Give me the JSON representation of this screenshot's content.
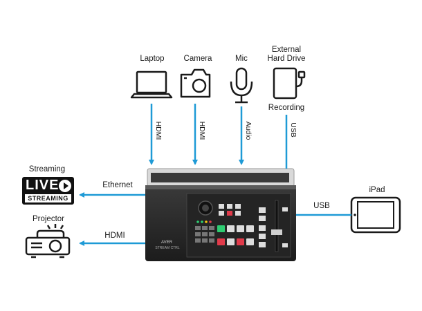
{
  "devices": {
    "laptop": "Laptop",
    "camera": "Camera",
    "mic": "Mic",
    "hard_drive_line1": "External",
    "hard_drive_line2": "Hard Drive",
    "recording": "Recording",
    "streaming": "Streaming",
    "projector": "Projector",
    "ipad": "iPad"
  },
  "live_badge": {
    "live": "LIVE",
    "streaming": "STREAMING"
  },
  "connections": {
    "laptop": "HDMI",
    "camera": "HDMI",
    "mic": "Audio",
    "drive": "USB",
    "streaming": "Ethernet",
    "projector": "HDMI",
    "ipad": "USB"
  },
  "switcher": {
    "brand": "AVER",
    "model": "STREAM CTRL"
  },
  "colors": {
    "arrow": "#1e9ad6",
    "icon": "#1a1a1a",
    "device_body": "#2b2b2b",
    "red_button": "#e03a4a",
    "green_button": "#2ecc71"
  }
}
